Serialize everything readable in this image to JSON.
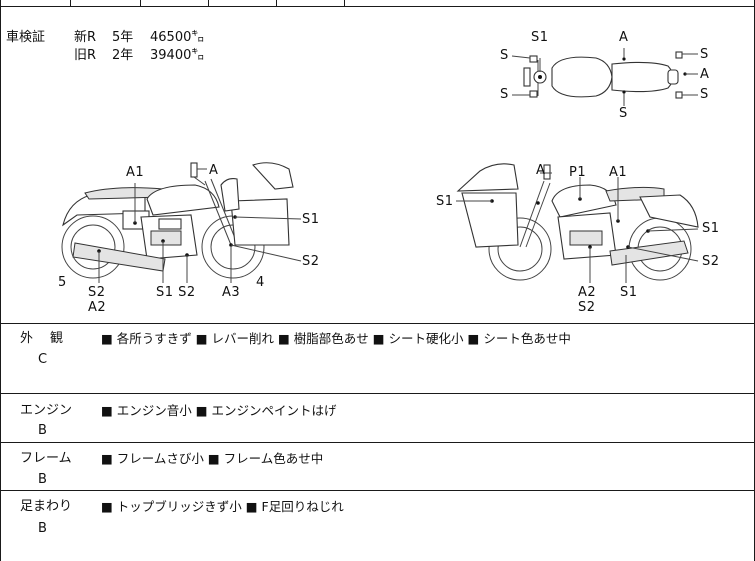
{
  "inspection": {
    "label": "車検証",
    "new_line": {
      "prefix": "新R",
      "years": "5年",
      "km": "46500㌔"
    },
    "old_line": {
      "prefix": "旧R",
      "years": "2年",
      "km": "39400㌔"
    }
  },
  "diagram_labels": {
    "top": {
      "s1": "S1",
      "a_top": "A",
      "s_left1": "S",
      "s_left2": "S",
      "s_right1": "S",
      "a_right": "A",
      "s_right2": "S",
      "s_bottom": "S"
    },
    "left": {
      "a1": "A1",
      "a": "A",
      "s1": "S1",
      "s2_right": "S2",
      "num5": "5",
      "s2a": "S2",
      "a2": "A2",
      "s1s2": "S1 S2",
      "a3": "A3",
      "num4": "4"
    },
    "right": {
      "a": "A",
      "p1": "P1",
      "a1": "A1",
      "s1_left": "S1",
      "s1_right": "S1",
      "s2_right": "S2",
      "a2": "A2",
      "s2": "S2",
      "s1_bottom": "S1"
    }
  },
  "sections": [
    {
      "name": "外　観",
      "grade": "C",
      "notes": "■ 各所うすきず ■ レバー削れ ■ 樹脂部色あせ ■ シート硬化小 ■ シート色あせ中"
    },
    {
      "name": "エンジン",
      "grade": "B",
      "notes": "■ エンジン音小 ■ エンジンペイントはげ"
    },
    {
      "name": "フレーム",
      "grade": "B",
      "notes": "■ フレームさび小 ■ フレーム色あせ中"
    },
    {
      "name": "足まわり",
      "grade": "B",
      "notes": "■ トップブリッジきず小 ■ F足回りねじれ"
    }
  ]
}
